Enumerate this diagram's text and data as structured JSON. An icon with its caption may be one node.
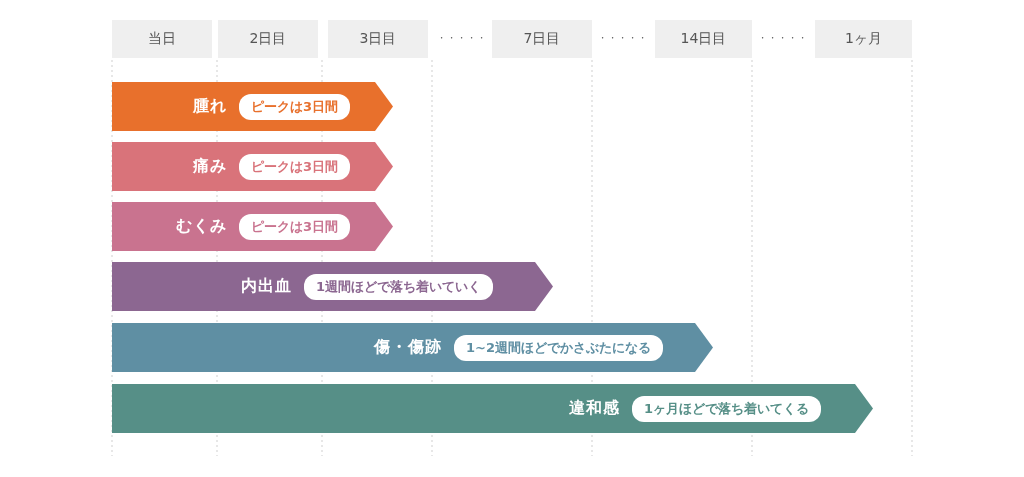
{
  "diagram": {
    "nodes": [
      {
        "text": [
          "当日"
        ]
      },
      {
        "text": [
          "2日目"
        ]
      },
      {
        "text": [
          "3日目"
        ]
      },
      {
        "text": [
          "7日目"
        ]
      },
      {
        "text": [
          "14日目"
        ]
      },
      {
        "text": [
          "1ヶ月"
        ]
      },
      {
        "text": [
          "腫れ",
          "ピークは3日間"
        ]
      },
      {
        "text": [
          "痛み",
          "ピークは3日間"
        ]
      },
      {
        "text": [
          "むくみ",
          "ピークは3日間"
        ]
      },
      {
        "text": [
          "内出血",
          "1週間ほどで落ち着いていく"
        ]
      },
      {
        "text": [
          "傷・傷跡",
          "1~2週間ほどでかさぶたになる"
        ]
      },
      {
        "text": [
          "違和感",
          "1ヶ月ほどで落ち着いてくる"
        ]
      }
    ],
    "labels": [
      "・・・・・",
      "・・・・・",
      "・・・・・"
    ]
  }
}
